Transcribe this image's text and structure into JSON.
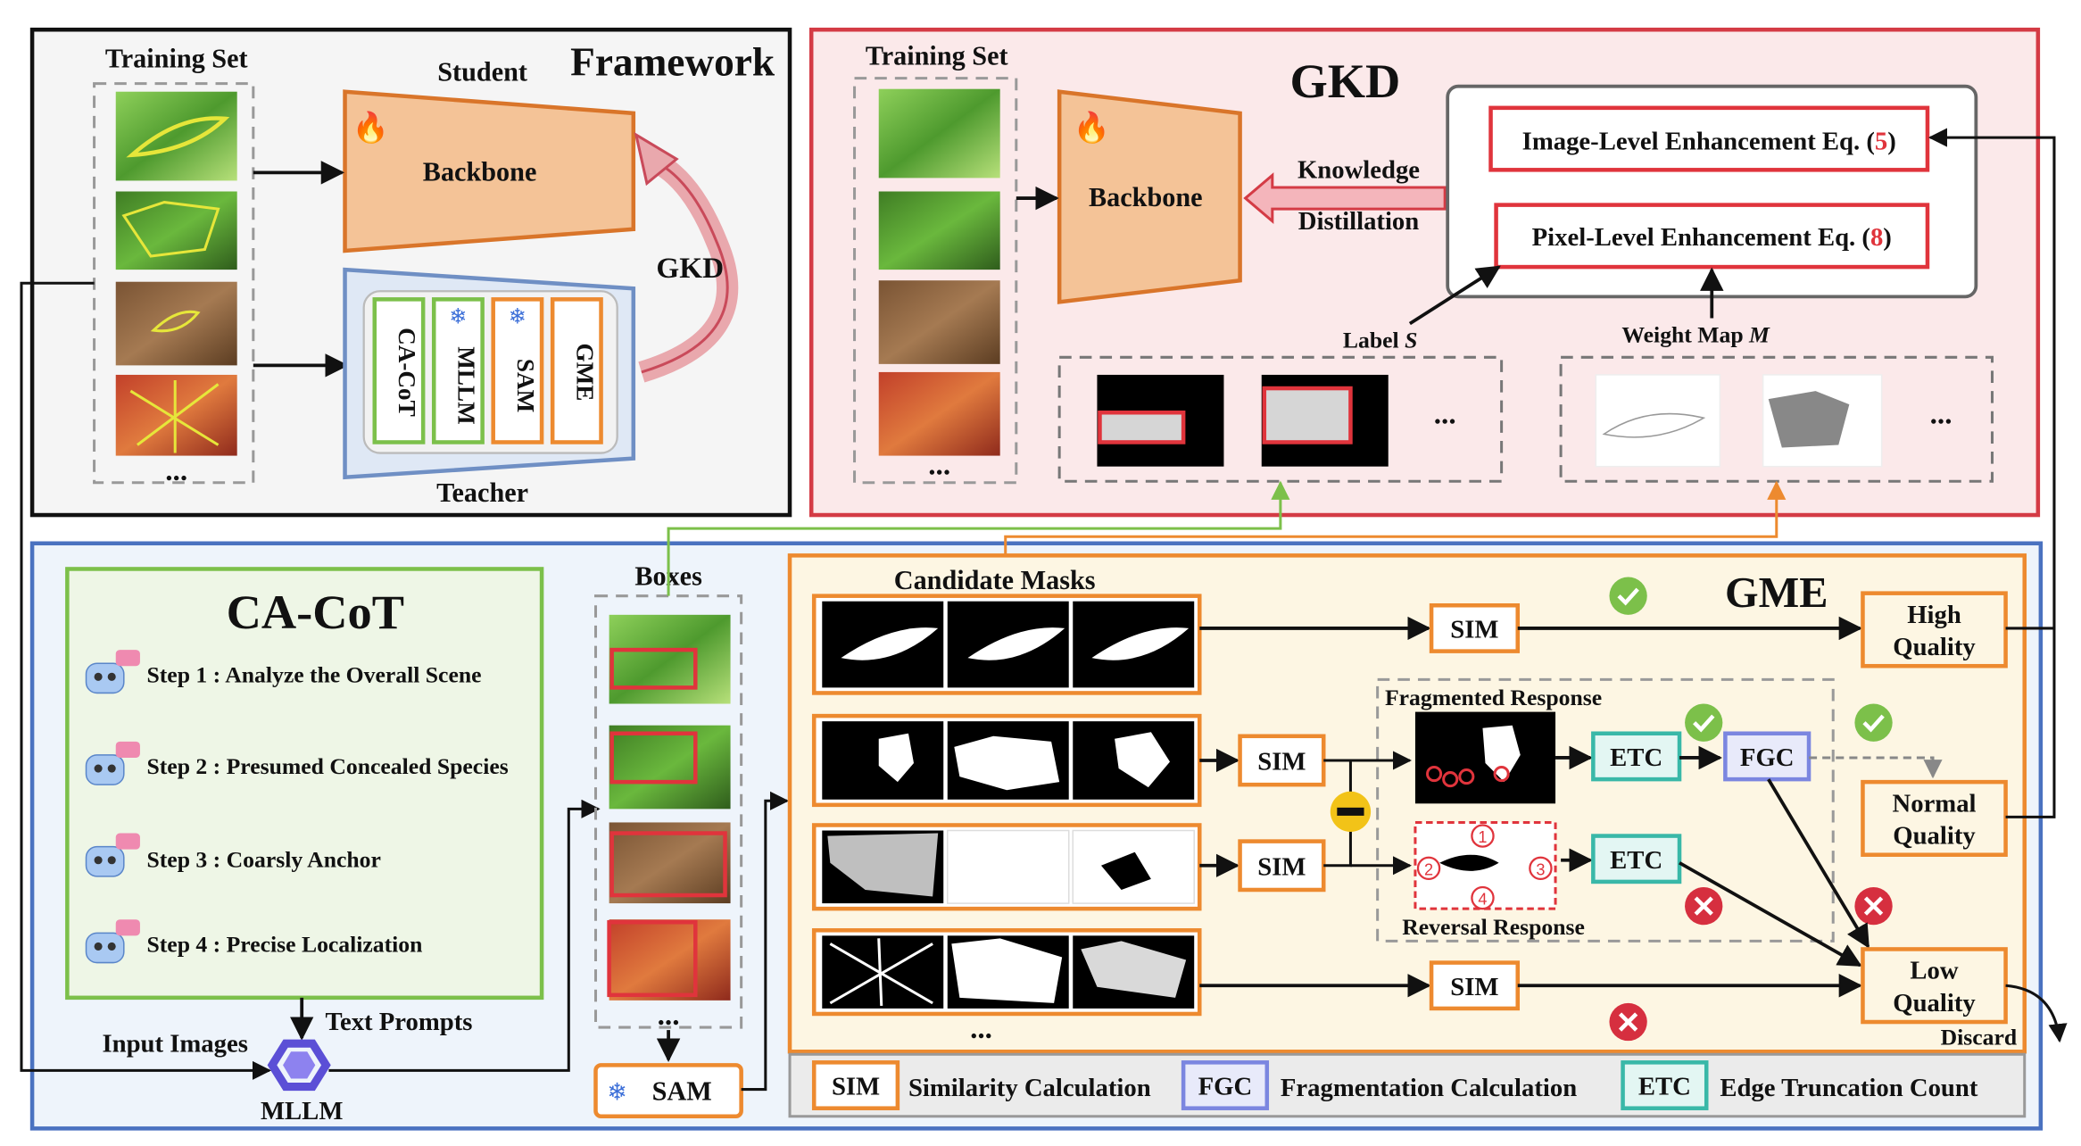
{
  "framework": {
    "title": "Framework",
    "training_set": "Training Set",
    "student": "Student",
    "backbone": "Backbone",
    "teacher": "Teacher",
    "gkd_arrow": "GKD",
    "teacher_modules": [
      "CA-CoT",
      "MLLM",
      "SAM",
      "GME"
    ],
    "ellipsis": "..."
  },
  "gkd": {
    "title": "GKD",
    "training_set": "Training Set",
    "backbone": "Backbone",
    "knowledge": "Knowledge",
    "distillation": "Distillation",
    "image_enh": "Image-Level Enhancement  Eq. (",
    "image_eq": "5",
    "pixel_enh": "Pixel-Level Enhancement  Eq. (",
    "pixel_eq": "8",
    "close_paren": ")",
    "label_s": "Label ",
    "label_s_sym": "S",
    "weight_map": "Weight Map ",
    "weight_map_sym": "M",
    "ellipsis": "..."
  },
  "cacot": {
    "title": "CA-CoT",
    "steps": [
      "Step 1 : Analyze the Overall Scene",
      "Step 2 : Presumed Concealed Species",
      "Step 3 : Coarsly Anchor",
      "Step 4 : Precise Localization"
    ],
    "text_prompts": "Text Prompts",
    "input_images": "Input Images",
    "mllm": "MLLM"
  },
  "boxes": {
    "title": "Boxes",
    "sam": "SAM",
    "ellipsis": "..."
  },
  "gme": {
    "title": "GME",
    "candidate_masks": "Candidate Masks",
    "sim": "SIM",
    "etc": "ETC",
    "fgc": "FGC",
    "high_quality": [
      "High",
      "Quality"
    ],
    "normal_quality": [
      "Normal",
      "Quality"
    ],
    "low_quality": [
      "Low",
      "Quality"
    ],
    "fragmented": "Fragmented Response",
    "reversal": "Reversal Response",
    "discard": "Discard",
    "ellipsis": "...",
    "reversal_markers": [
      "1",
      "2",
      "3",
      "4"
    ]
  },
  "legend": {
    "sim": "SIM",
    "sim_desc": "Similarity Calculation",
    "fgc": "FGC",
    "fgc_desc": "Fragmentation Calculation",
    "etc": "ETC",
    "etc_desc": "Edge Truncation Count"
  },
  "colors": {
    "gkd_red": "#e0343c",
    "gme_orange": "#ed8a2f",
    "cacot_green": "#7cc04a",
    "etc_teal": "#39b8a8",
    "fgc_blue": "#7b86e0",
    "frame_blue": "#4a72c0",
    "backbone_fill": "#f4c397"
  }
}
